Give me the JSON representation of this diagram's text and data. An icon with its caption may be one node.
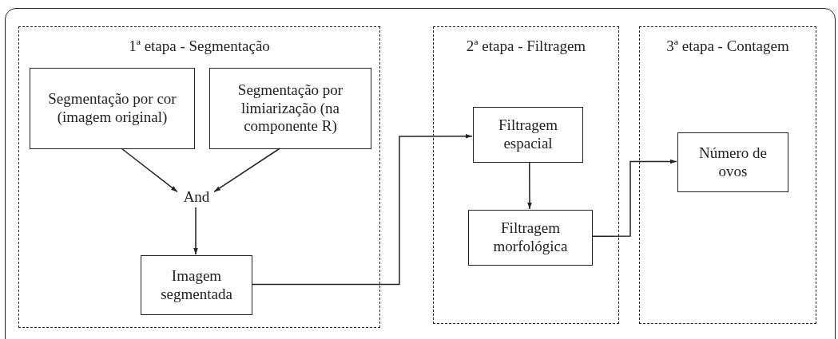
{
  "diagram": {
    "nodes": [
      {
        "text": [
          "1ª etapa - Segmentação"
        ]
      },
      {
        "text": [
          "Segmentação por cor (imagem original)"
        ],
        "in": 0
      },
      {
        "text": [
          "Segmentação por limiarização (na componente R)"
        ],
        "in": 0
      },
      {
        "text": [
          "And"
        ],
        "in": 0
      },
      {
        "text": [
          "Imagem segmentada"
        ],
        "in": 0
      },
      {
        "text": [
          "2ª etapa - Filtragem"
        ]
      },
      {
        "text": [
          "Filtragem espacial"
        ],
        "in": 5
      },
      {
        "text": [
          "Filtragem morfológica"
        ],
        "in": 5
      },
      {
        "text": [
          "3ª etapa - Contagem"
        ]
      },
      {
        "text": [
          "Número de ovos"
        ],
        "in": 8
      }
    ],
    "edges": [
      {
        "from": 1,
        "to": 3,
        "arrow": "to"
      },
      {
        "from": 2,
        "to": 3,
        "arrow": "to"
      },
      {
        "from": 3,
        "to": 4,
        "arrow": "to"
      },
      {
        "from": 4,
        "to": 6,
        "arrow": "to"
      },
      {
        "from": 6,
        "to": 7,
        "arrow": "to"
      },
      {
        "from": 7,
        "to": 9,
        "arrow": "to"
      }
    ]
  }
}
